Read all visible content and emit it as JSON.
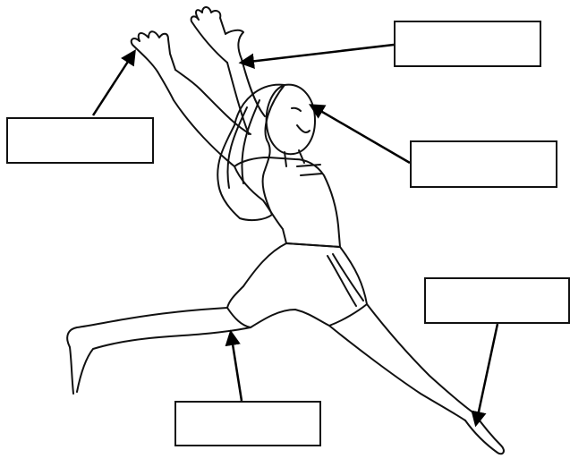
{
  "diagram": {
    "labels": [
      {
        "id": "hand",
        "text": ""
      },
      {
        "id": "arm",
        "text": ""
      },
      {
        "id": "head",
        "text": ""
      },
      {
        "id": "foot",
        "text": ""
      },
      {
        "id": "leg",
        "text": ""
      }
    ]
  }
}
